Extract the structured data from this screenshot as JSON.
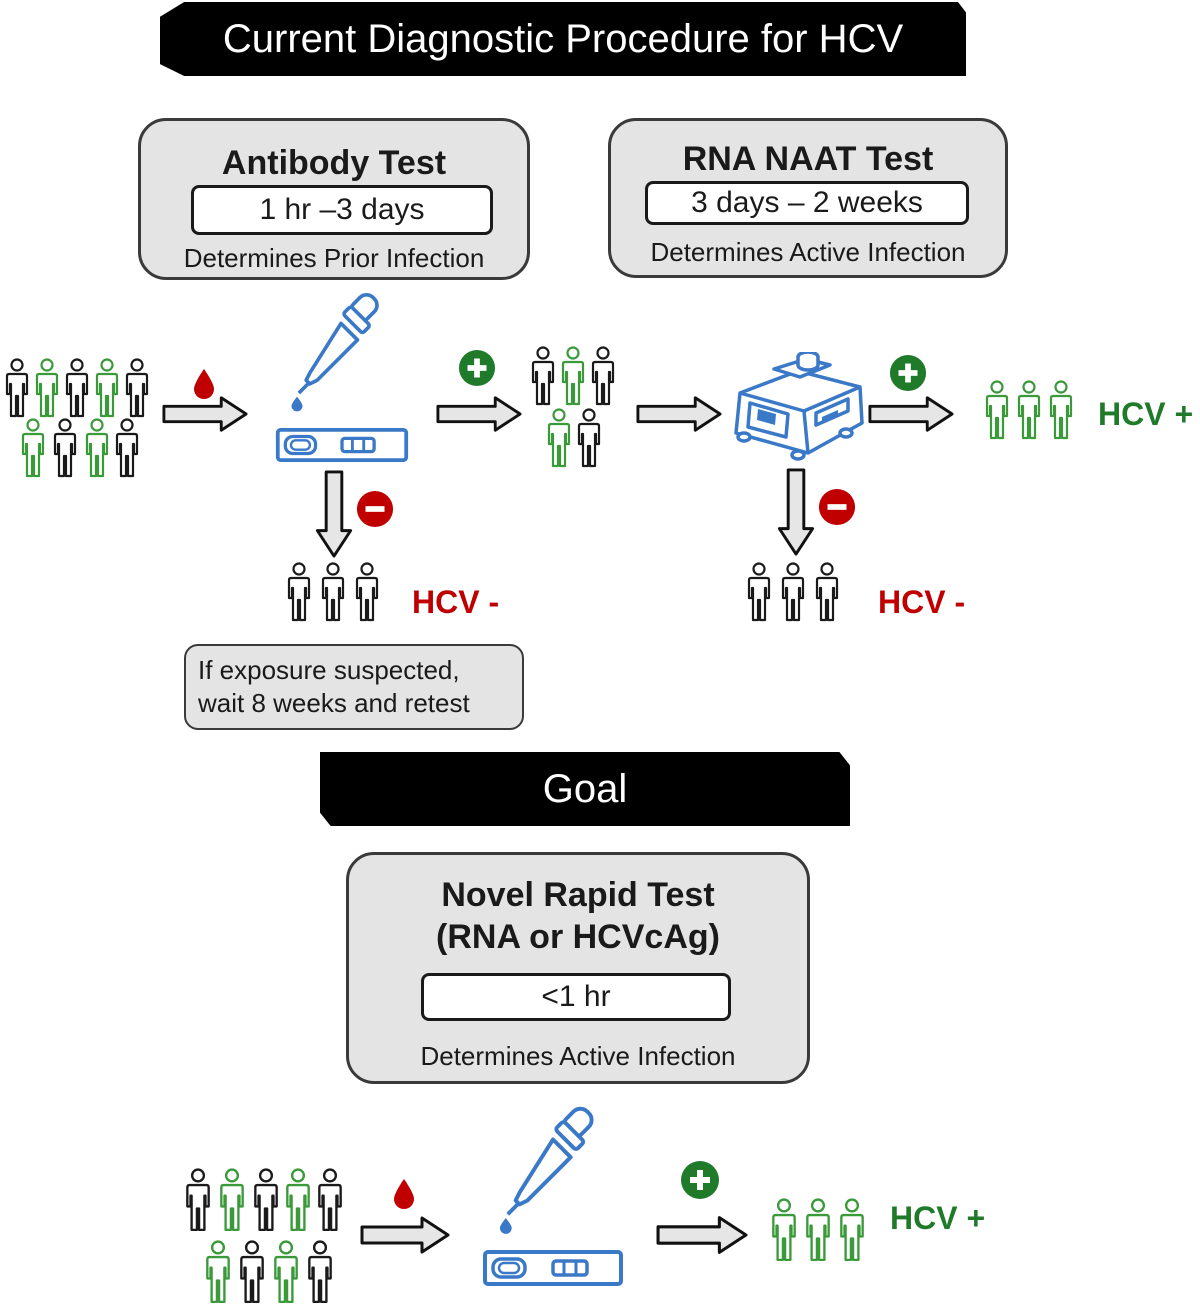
{
  "title": "Current Diagnostic Procedure for HCV",
  "antibody_test": {
    "title": "Antibody Test",
    "time": "1 hr –3 days",
    "description": "Determines Prior Infection"
  },
  "rna_test": {
    "title": "RNA NAAT Test",
    "time": "3 days – 2 weeks",
    "description": "Determines Active Infection"
  },
  "results": {
    "hcv_positive": "HCV +",
    "hcv_negative": "HCV -"
  },
  "retest_note": {
    "line1": "If exposure suspected,",
    "line2": "wait 8 weeks and retest"
  },
  "goal": {
    "banner": "Goal",
    "test_title_line1": "Novel Rapid Test",
    "test_title_line2": "(RNA or HCVcAg)",
    "time": "<1 hr",
    "description": "Determines Active Infection"
  },
  "colors": {
    "positive": "#1f7a2a",
    "negative": "#c00000",
    "infected_person": "#3a9a3a",
    "healthy_person": "#1a1a1a",
    "device": "#3a78c8",
    "blood": "#c00000"
  },
  "icons": [
    "person-icon",
    "blood-drop-icon",
    "pipette-icon",
    "test-strip-icon",
    "pcr-machine-icon",
    "arrow-icon",
    "plus-badge-icon",
    "minus-badge-icon"
  ]
}
